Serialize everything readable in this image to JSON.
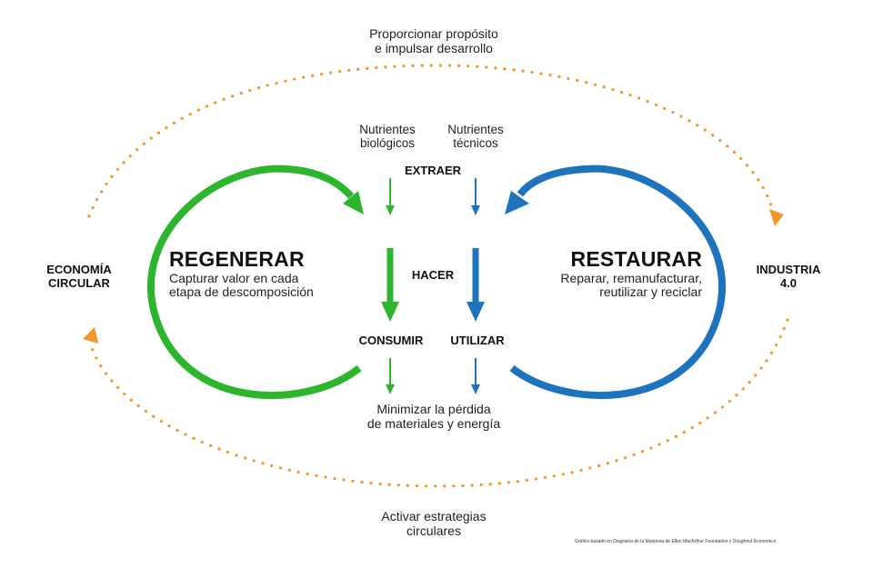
{
  "top_caption": {
    "line1": "Proporcionar propósito",
    "line2": "e impulsar desarrollo"
  },
  "bottom_caption": {
    "line1": "Activar estrategias",
    "line2": "circulares"
  },
  "nutrients": {
    "bio": {
      "line1": "Nutrientes",
      "line2": "biológicos"
    },
    "tech": {
      "line1": "Nutrientes",
      "line2": "técnicos"
    }
  },
  "stages": {
    "extract": "EXTRAER",
    "make": "HACER",
    "consume": "CONSUMIR",
    "use": "UTILIZAR"
  },
  "result": {
    "line1": "Minimizar la pérdida",
    "line2": "de materiales y energía"
  },
  "left_loop": {
    "title": "REGENERAR",
    "line1": "Capturar valor en cada",
    "line2": "etapa de descomposición"
  },
  "right_loop": {
    "title": "RESTAURAR",
    "line1": "Reparar, remanufacturar,",
    "line2": "reutilizar y reciclar"
  },
  "left_side": {
    "line1": "ECONOMÍA",
    "line2": "CIRCULAR"
  },
  "right_side": {
    "line1": "INDUSTRIA",
    "line2": "4.0"
  },
  "source_note": "Gráfico basado en Diagrama de la Mariposa de Ellen MacArthur Foundation y Doughnut Economics",
  "colors": {
    "green": "#2db52d",
    "blue": "#1e73be",
    "orange": "#f0962a",
    "text": "#1a1a1a"
  }
}
